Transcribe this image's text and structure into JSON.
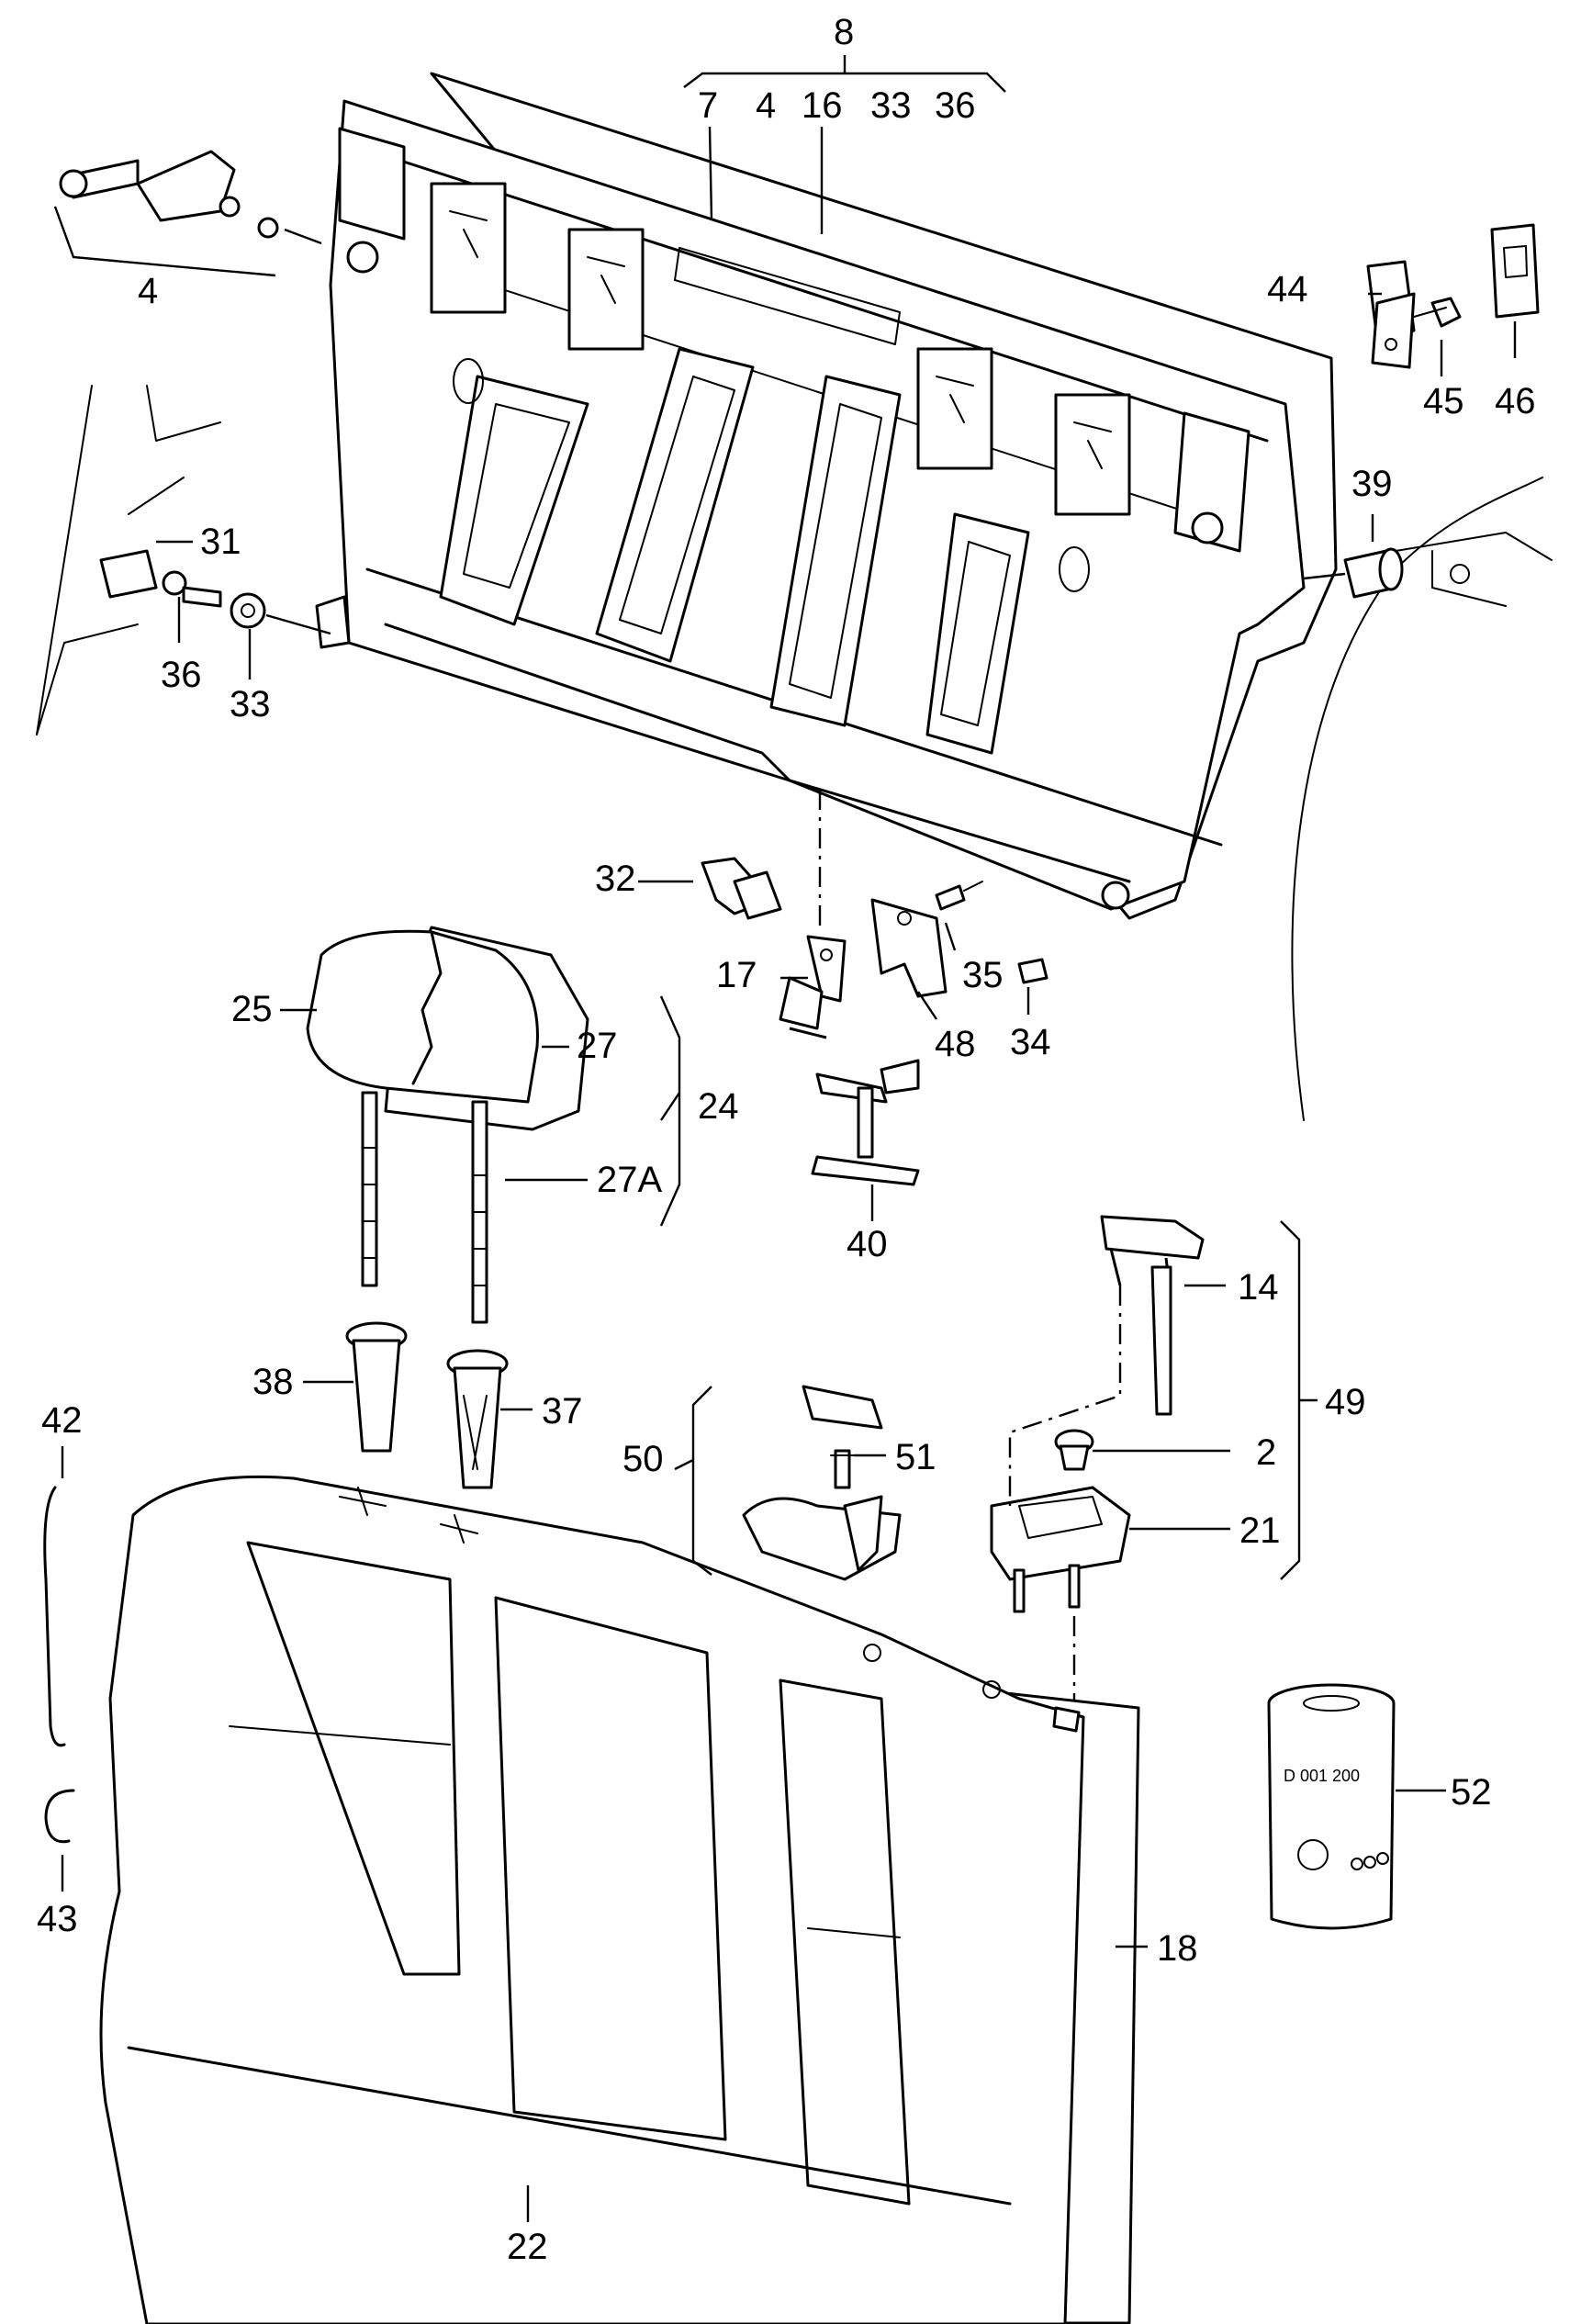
{
  "callouts": {
    "c8": "8",
    "c7": "7",
    "c4_top": "4",
    "c16": "16",
    "c33_top": "33",
    "c36_top": "36",
    "c4": "4",
    "c44": "44",
    "c45": "45",
    "c46": "46",
    "c31": "31",
    "c36": "36",
    "c33": "33",
    "c39": "39",
    "c32": "32",
    "c35": "35",
    "c17": "17",
    "c34": "34",
    "c48": "48",
    "c25": "25",
    "c27": "27",
    "c24": "24",
    "c27a": "27A",
    "c40": "40",
    "c14": "14",
    "c49": "49",
    "c2": "2",
    "c21": "21",
    "c38": "38",
    "c37": "37",
    "c42": "42",
    "c43": "43",
    "c50": "50",
    "c51": "51",
    "c52": "52",
    "c18": "18",
    "c22": "22"
  },
  "can_label": "D 001 200",
  "accent_color": "#000000"
}
